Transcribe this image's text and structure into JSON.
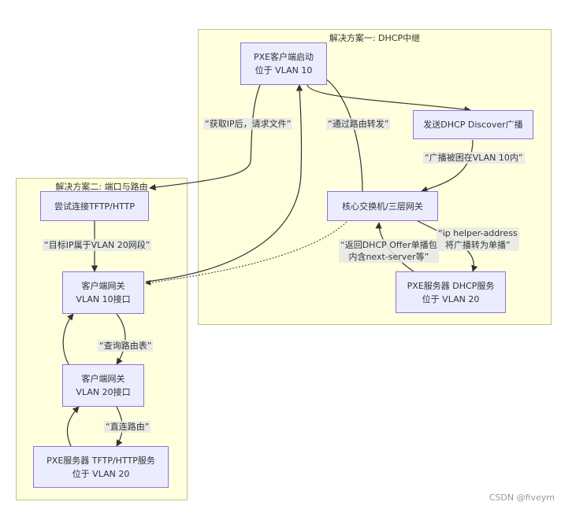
{
  "clusters": {
    "dhcp_relay": {
      "title": "解决方案一: DHCP中继"
    },
    "port_route": {
      "title": "解决方案二: 端口与路由"
    }
  },
  "nodes": {
    "pxe_client": {
      "line1": "PXE客户端启动",
      "line2": "位于 VLAN 10"
    },
    "dhcp_discover": {
      "line1": "发送DHCP Discover广播"
    },
    "core_switch": {
      "line1": "核心交换机/三层网关"
    },
    "pxe_dhcp_server": {
      "line1": "PXE服务器 DHCP服务",
      "line2": "位于 VLAN 20"
    },
    "try_tftp": {
      "line1": "尝试连接TFTP/HTTP"
    },
    "gw_vlan10": {
      "line1": "客户端网关",
      "line2": "VLAN 10接口"
    },
    "gw_vlan20": {
      "line1": "客户端网关",
      "line2": "VLAN 20接口"
    },
    "pxe_tftp_server": {
      "line1": "PXE服务器 TFTP/HTTP服务",
      "line2": "位于 VLAN 20"
    }
  },
  "edge_labels": {
    "get_ip": "“获取IP后，请求文件”",
    "via_route": "“通过路由转发”",
    "broadcast_trapped": "“广播被困在VLAN 10内”",
    "helper_line1": "“ip helper-address",
    "helper_line2": "将广播转为单播”",
    "offer_line1": "“返回DHCP Offer单播包",
    "offer_line2": "内含next-server等”",
    "target_ip": "“目标IP属于VLAN 20网段”",
    "lookup_route": "“查询路由表”",
    "direct_route": "“直连路由”"
  },
  "watermark": "CSDN @fiveym"
}
